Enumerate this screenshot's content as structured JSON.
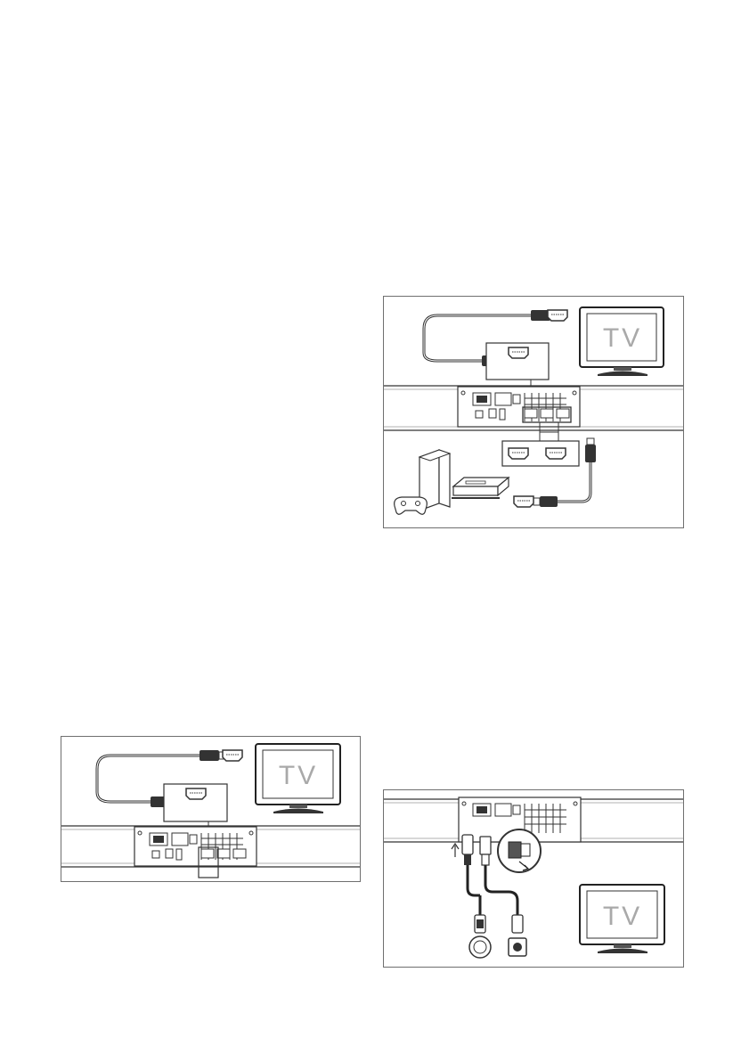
{
  "figures": {
    "hdmi_arc_setup": {
      "tv_label": "TV"
    },
    "hdmi_tv_setup": {
      "tv_label": "TV"
    },
    "optical_setup": {
      "tv_label": "TV"
    }
  }
}
